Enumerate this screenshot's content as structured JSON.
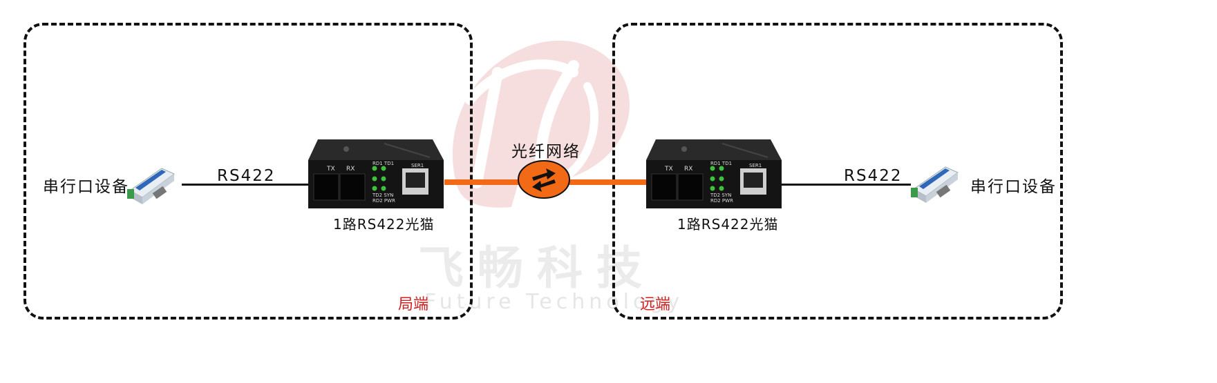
{
  "diagram": {
    "local": {
      "device_label": "串行口设备",
      "interface_label": "RS422",
      "converter_label": "1路RS422光猫",
      "zone_label": "局端",
      "converter_panel": {
        "tx": "TX",
        "rx": "RX",
        "led_top": "RD1 TD1",
        "led_bottom_1": "TD2 SYN",
        "led_bottom_2": "RD2 PWR",
        "port": "SER1"
      }
    },
    "remote": {
      "device_label": "串行口设备",
      "interface_label": "RS422",
      "converter_label": "1路RS422光猫",
      "zone_label": "远端",
      "converter_panel": {
        "tx": "TX",
        "rx": "RX",
        "led_top": "RD1 TD1",
        "led_bottom_1": "TD2 SYN",
        "led_bottom_2": "RD2 PWR",
        "port": "SER1"
      }
    },
    "network_label": "光纤网络",
    "watermark": {
      "cn": "飞畅科技",
      "en": "Future Technology"
    },
    "colors": {
      "fiber": "#f26a16",
      "zone_label": "#d21f1f",
      "led": "#3ec23e",
      "watermark_logo": "#f6dede"
    }
  }
}
